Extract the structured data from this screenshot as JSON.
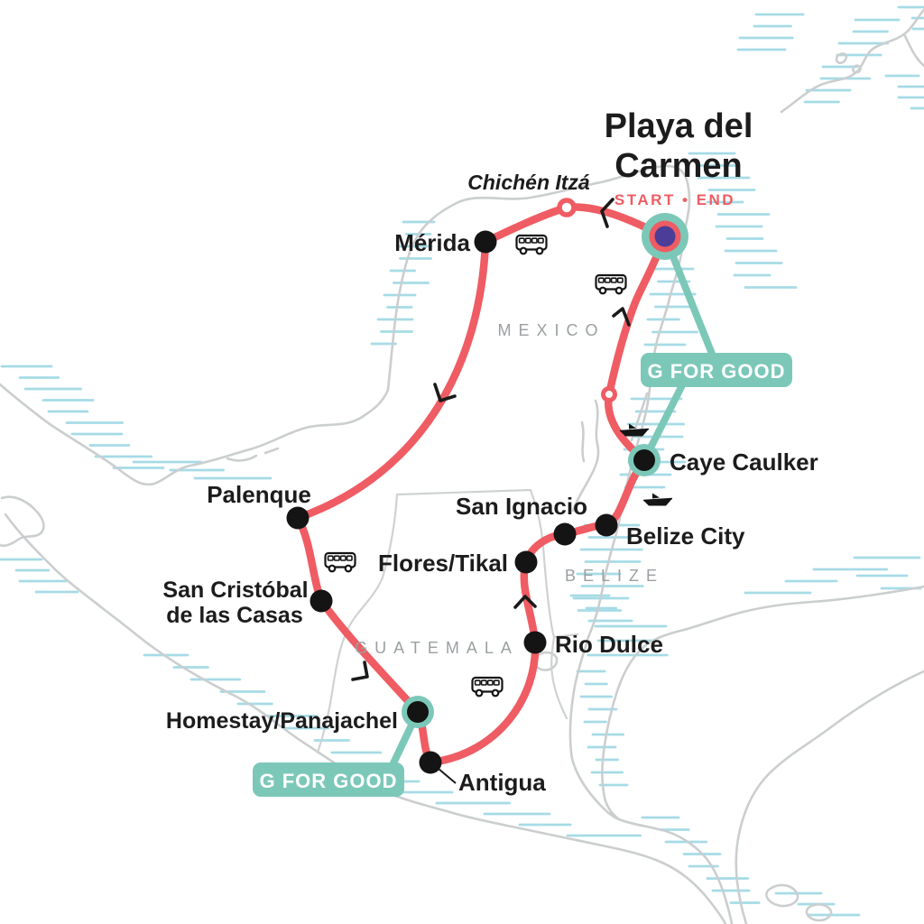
{
  "map_title": {
    "lines": [
      "Playa del",
      "Carmen"
    ],
    "start_end_label": "START • END"
  },
  "stops": {
    "chichen_itza": {
      "label": "Chichén Itzá"
    },
    "merida": {
      "label": "Mérida"
    },
    "palenque": {
      "label": "Palenque"
    },
    "san_cristobal": {
      "line1": "San Cristóbal",
      "line2": "de las Casas"
    },
    "homestay_panajachel": {
      "label": "Homestay/Panajachel"
    },
    "antigua": {
      "label": "Antigua"
    },
    "rio_dulce": {
      "label": "Rio Dulce"
    },
    "flores_tikal": {
      "label": "Flores/Tikal"
    },
    "san_ignacio": {
      "label": "San Ignacio"
    },
    "belize_city": {
      "label": "Belize City"
    },
    "caye_caulker": {
      "label": "Caye Caulker"
    }
  },
  "countries": {
    "mexico": "MEXICO",
    "belize": "BELIZE",
    "guatemala": "GUATEMALA"
  },
  "badges": {
    "g_for_good_upper": "G FOR GOOD",
    "g_for_good_lower": "G FOR GOOD"
  },
  "icons": {
    "bus": "bus-icon",
    "boat": "boat-icon"
  },
  "colors": {
    "route_red": "#ef5c63",
    "teal": "#7cc8b8",
    "marker_purple": "#4b3d98",
    "coast_gray": "#cbcecf",
    "water_hatch_blue": "#a6dbe6",
    "country_label_gray": "#9aa0a2",
    "text_black": "#1c1c1c"
  }
}
